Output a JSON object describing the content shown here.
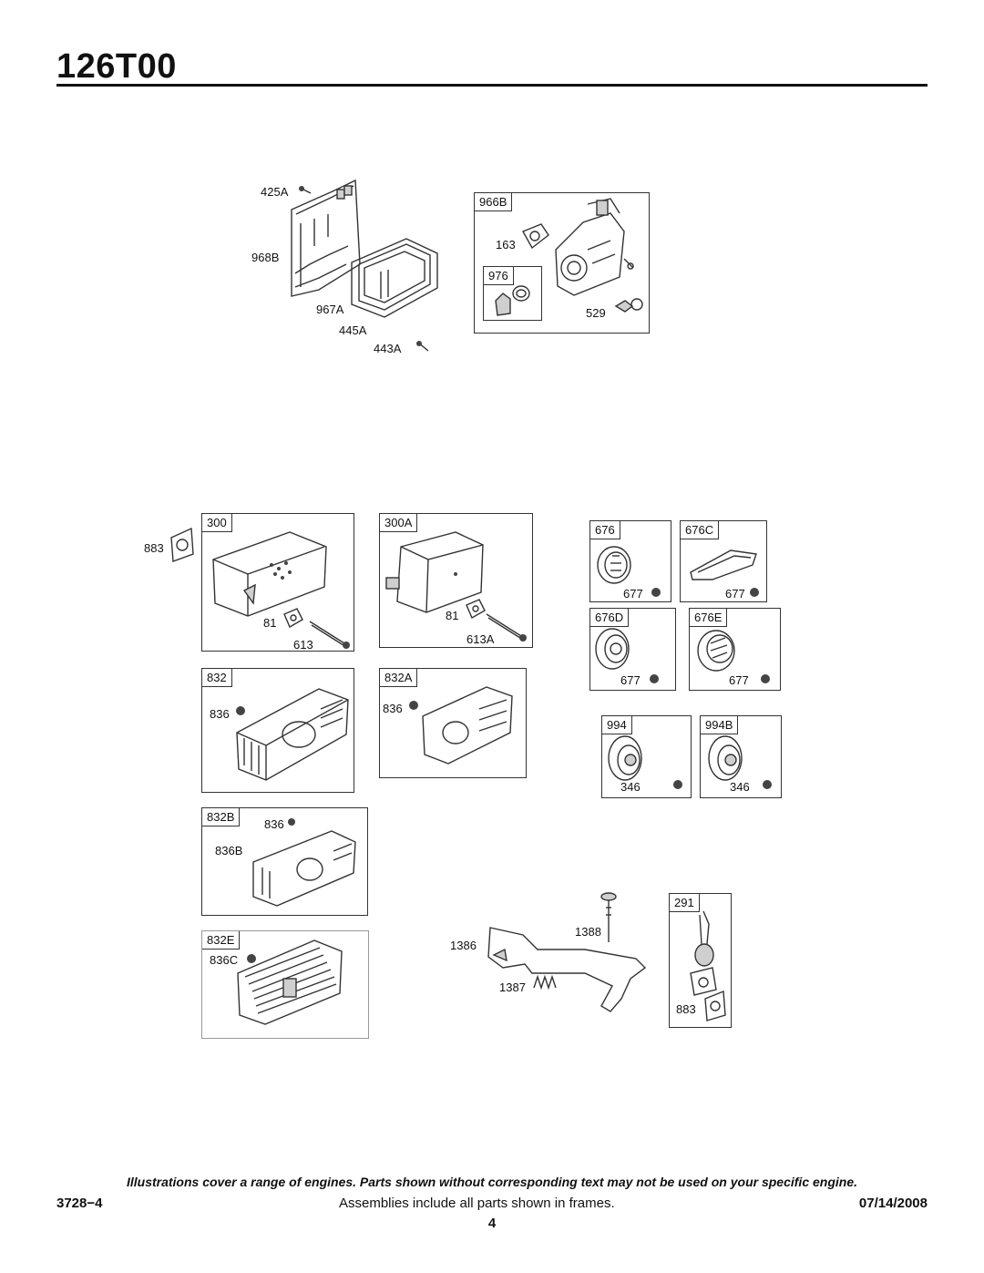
{
  "header": {
    "title": "126T00"
  },
  "air_cleaner": {
    "parts": [
      "425A",
      "968B",
      "967A",
      "445A",
      "443A"
    ]
  },
  "carb_frame": {
    "tag": "966B",
    "parts": [
      "163",
      "529"
    ],
    "sub_tag": "976"
  },
  "muffler_300": {
    "tag": "300",
    "parts": [
      "81",
      "613"
    ]
  },
  "gasket": "883",
  "muffler_300A": {
    "tag": "300A",
    "parts": [
      "81",
      "613A"
    ]
  },
  "guards": [
    {
      "tag": "832",
      "screw": "836"
    },
    {
      "tag": "832A",
      "screw": "836"
    },
    {
      "tag": "832B",
      "screw": "836",
      "screw2": "836B"
    },
    {
      "tag": "832E",
      "screw": "836C"
    }
  ],
  "covers": [
    {
      "tag": "676",
      "screw": "677"
    },
    {
      "tag": "676C",
      "screw": "677"
    },
    {
      "tag": "676D",
      "screw": "677"
    },
    {
      "tag": "676E",
      "screw": "677"
    },
    {
      "tag": "994",
      "screw": "346"
    },
    {
      "tag": "994B",
      "screw": "346"
    }
  ],
  "bracket": {
    "parts": [
      "1388",
      "1386",
      "1387"
    ]
  },
  "sensor": {
    "tag": "291",
    "gasket": "883"
  },
  "footer": {
    "note": "Illustrations cover a range of engines. Parts shown without corresponding text may not be used on your specific engine.",
    "code": "3728−4",
    "assemblies": "Assemblies include all parts shown in frames.",
    "date": "07/14/2008",
    "page": "4"
  }
}
